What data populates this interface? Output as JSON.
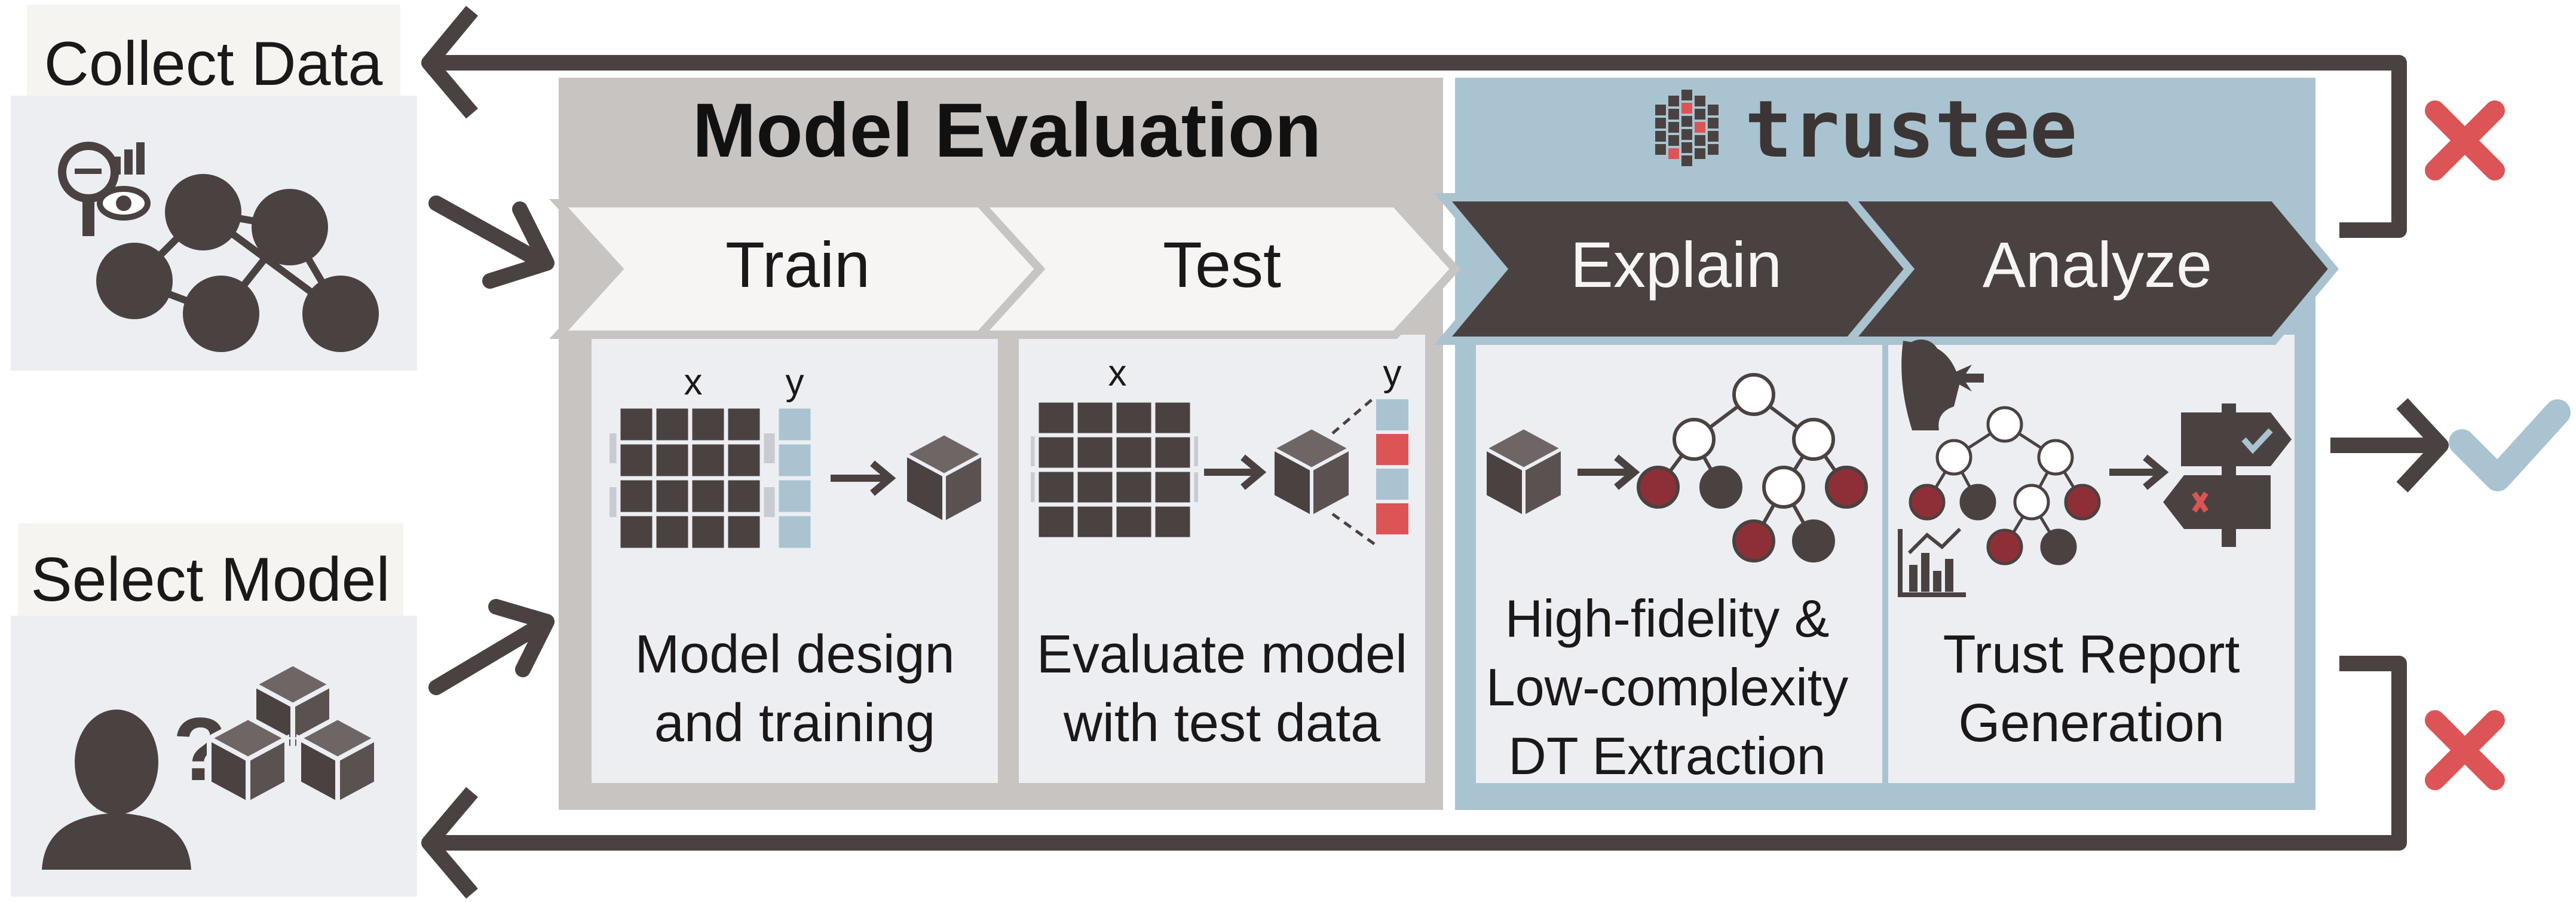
{
  "left": {
    "collect_data": "Collect Data",
    "select_model": "Select Model"
  },
  "model_evaluation": {
    "title": "Model Evaluation",
    "train": "Train",
    "test": "Test",
    "train_axes": {
      "x": "x",
      "y": "y"
    },
    "test_axes": {
      "x": "x",
      "y": "y"
    },
    "train_desc": [
      "Model design",
      "and training"
    ],
    "test_desc": [
      "Evaluate model",
      "with test data"
    ]
  },
  "trustee": {
    "brand": "trustee",
    "explain": "Explain",
    "analyze": "Analyze",
    "explain_desc": [
      "High-fidelity &",
      "Low-complexity",
      "DT Extraction"
    ],
    "analyze_desc": [
      "Trust Report",
      "Generation"
    ]
  },
  "colors": {
    "dark": "#4a4241",
    "gray_panel": "#c7c4c2",
    "blue_panel": "#a9c4d0",
    "card": "#eceef2",
    "red_node": "#8e2f37",
    "red_x": "#dc5456",
    "check": "#a9c4d0",
    "label_bg": "#f6f4f0"
  }
}
